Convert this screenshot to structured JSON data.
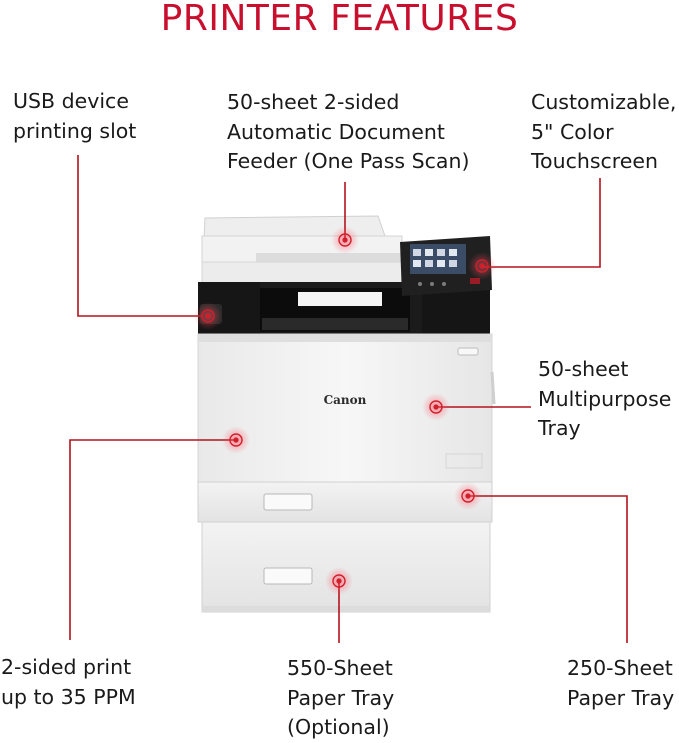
{
  "title": "PRINTER FEATURES",
  "accent_color": "#c8102e",
  "printer": {
    "brand": "Canon"
  },
  "callouts": {
    "usb": {
      "lines": [
        "USB device",
        "printing slot"
      ]
    },
    "adf": {
      "lines": [
        "50-sheet 2-sided",
        "Automatic Document",
        "Feeder (One Pass Scan)"
      ]
    },
    "touchscreen": {
      "lines": [
        "Customizable,",
        "5\" Color",
        "Touchscreen"
      ]
    },
    "multipurpose": {
      "lines": [
        "50-sheet",
        "Multipurpose",
        "Tray"
      ]
    },
    "duplex": {
      "lines": [
        "2-sided print",
        "up to 35 PPM"
      ]
    },
    "tray550": {
      "lines": [
        "550-Sheet",
        "Paper Tray",
        "(Optional)"
      ]
    },
    "tray250": {
      "lines": [
        "250-Sheet",
        "Paper Tray"
      ]
    }
  }
}
